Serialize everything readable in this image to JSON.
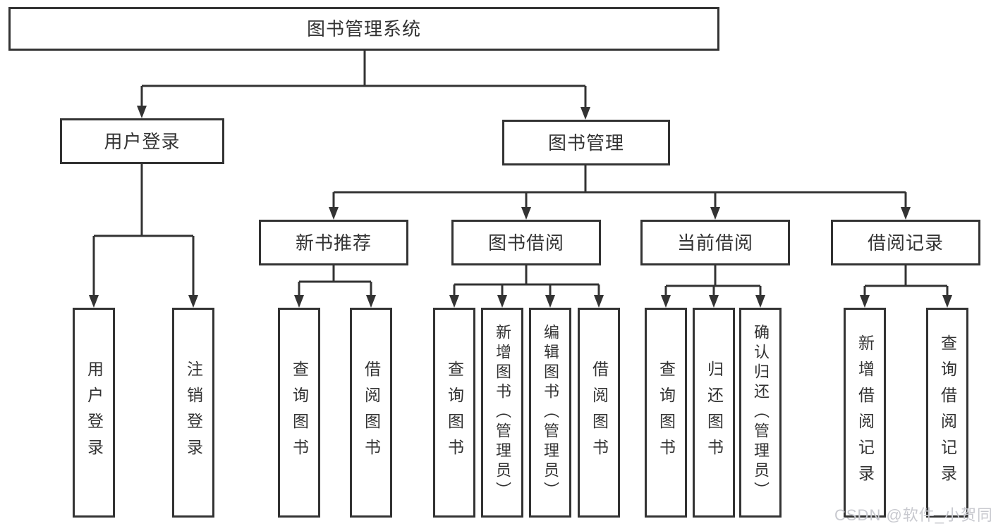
{
  "diagram": {
    "root_label": "图书管理系统",
    "user_login": {
      "label": "用户登录",
      "children": [
        {
          "label": "用户登录"
        },
        {
          "label": "注销登录"
        }
      ]
    },
    "book_mgmt": {
      "label": "图书管理",
      "sections": [
        {
          "label": "新书推荐",
          "children": [
            {
              "label": "查询图书"
            },
            {
              "label": "借阅图书"
            }
          ]
        },
        {
          "label": "图书借阅",
          "children": [
            {
              "label": "查询图书"
            },
            {
              "label": "新增图书（管理员）"
            },
            {
              "label": "编辑图书（管理员）"
            },
            {
              "label": "借阅图书"
            }
          ]
        },
        {
          "label": "当前借阅",
          "children": [
            {
              "label": "查询图书"
            },
            {
              "label": "归还图书"
            },
            {
              "label": "确认归还（管理员）"
            }
          ]
        },
        {
          "label": "借阅记录",
          "children": [
            {
              "label": "新增借阅记录"
            },
            {
              "label": "查询借阅记录"
            }
          ]
        }
      ]
    },
    "watermark": "CSDN @软件_小贺同学"
  },
  "colors": {
    "line": "#333333",
    "text": "#333333",
    "node-bg": "#ffffff",
    "watermark": "#c8c9cf",
    "background": "#ffffff"
  }
}
